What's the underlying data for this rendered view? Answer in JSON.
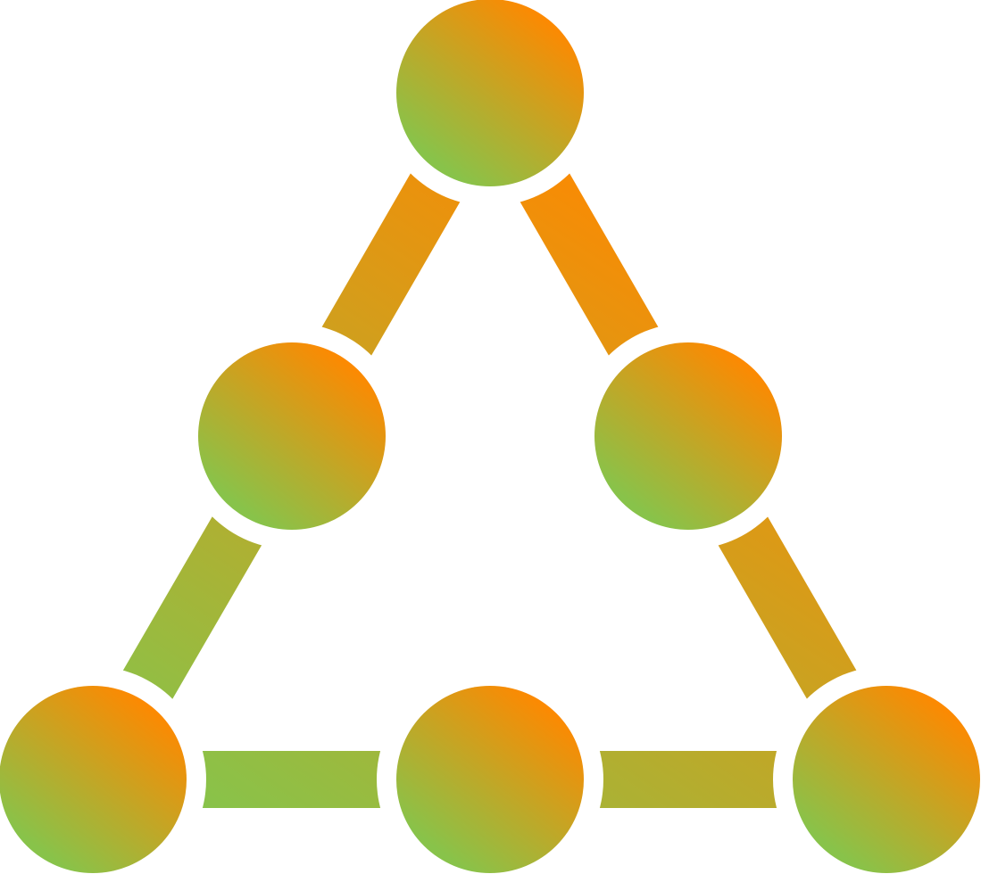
{
  "icon": {
    "name": "network-triangle-icon",
    "description_shape": "six nodes arranged in a triangle connected by bars",
    "node_count": 6,
    "connector_count": 6,
    "colors": {
      "gradient_start": "#FF8800",
      "gradient_end": "#88C34A",
      "background": "#FFFFFF"
    }
  }
}
